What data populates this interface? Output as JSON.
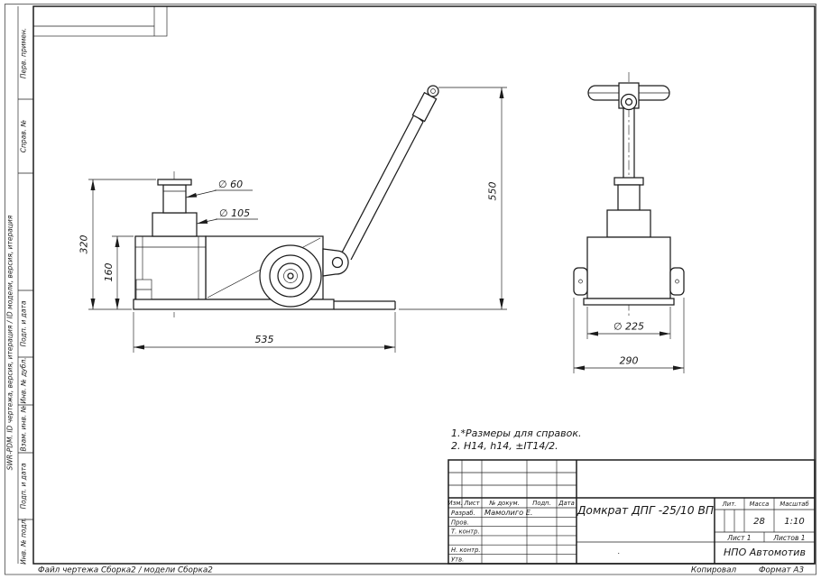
{
  "dims": {
    "d60": "∅ 60",
    "d105": "∅ 105",
    "h320": "320",
    "h160": "160",
    "w535": "535",
    "h550": "550",
    "d225": "∅ 225",
    "w290": "290"
  },
  "notes": {
    "line1": "1.*Размеры для справок.",
    "line2": "2. H14, h14, ±IT14/2."
  },
  "stamp": {
    "doc_header": {
      "izm": "Изм.",
      "list": "Лист",
      "ndoc": "№ докум.",
      "podp": "Подп.",
      "data": "Дата"
    },
    "roles": {
      "razrab": "Разраб.",
      "prov": "Пров.",
      "tkontr": "Т. контр.",
      "nkontr": "Н. контр.",
      "utv": "Утв."
    },
    "razrab_name": "Мамолиго Е.",
    "title": "Домкрат ДПГ -25/10 ВП",
    "lit_label": "Лит.",
    "massa_label": "Масса",
    "masshtab_label": "Масштаб",
    "massa_value": "28",
    "masshtab_value": "1:10",
    "list_value": "Лист 1",
    "listov_value": "Листов 1",
    "company": "НПО Автомотив",
    "dot": "."
  },
  "margin": {
    "perv_primen": "Перв. примен.",
    "sprav_no": "Справ. №",
    "podp_data_top": "Подп. и дата",
    "inv_dubl": "Инв. № дубл.",
    "vzam_inv": "Взам. инв. №",
    "podp_data_bottom": "Подп. и дата",
    "inv_podl": "Инв. № подл.",
    "pdm": "SWR-PDM. ID чертежа, версия, итерация / ID модели, версия, итерация"
  },
  "footer": {
    "file_info": "Файл чертежа Сборка2 / модели Сборка2",
    "kopiroval": "Копировал",
    "format": "Формат А3"
  }
}
